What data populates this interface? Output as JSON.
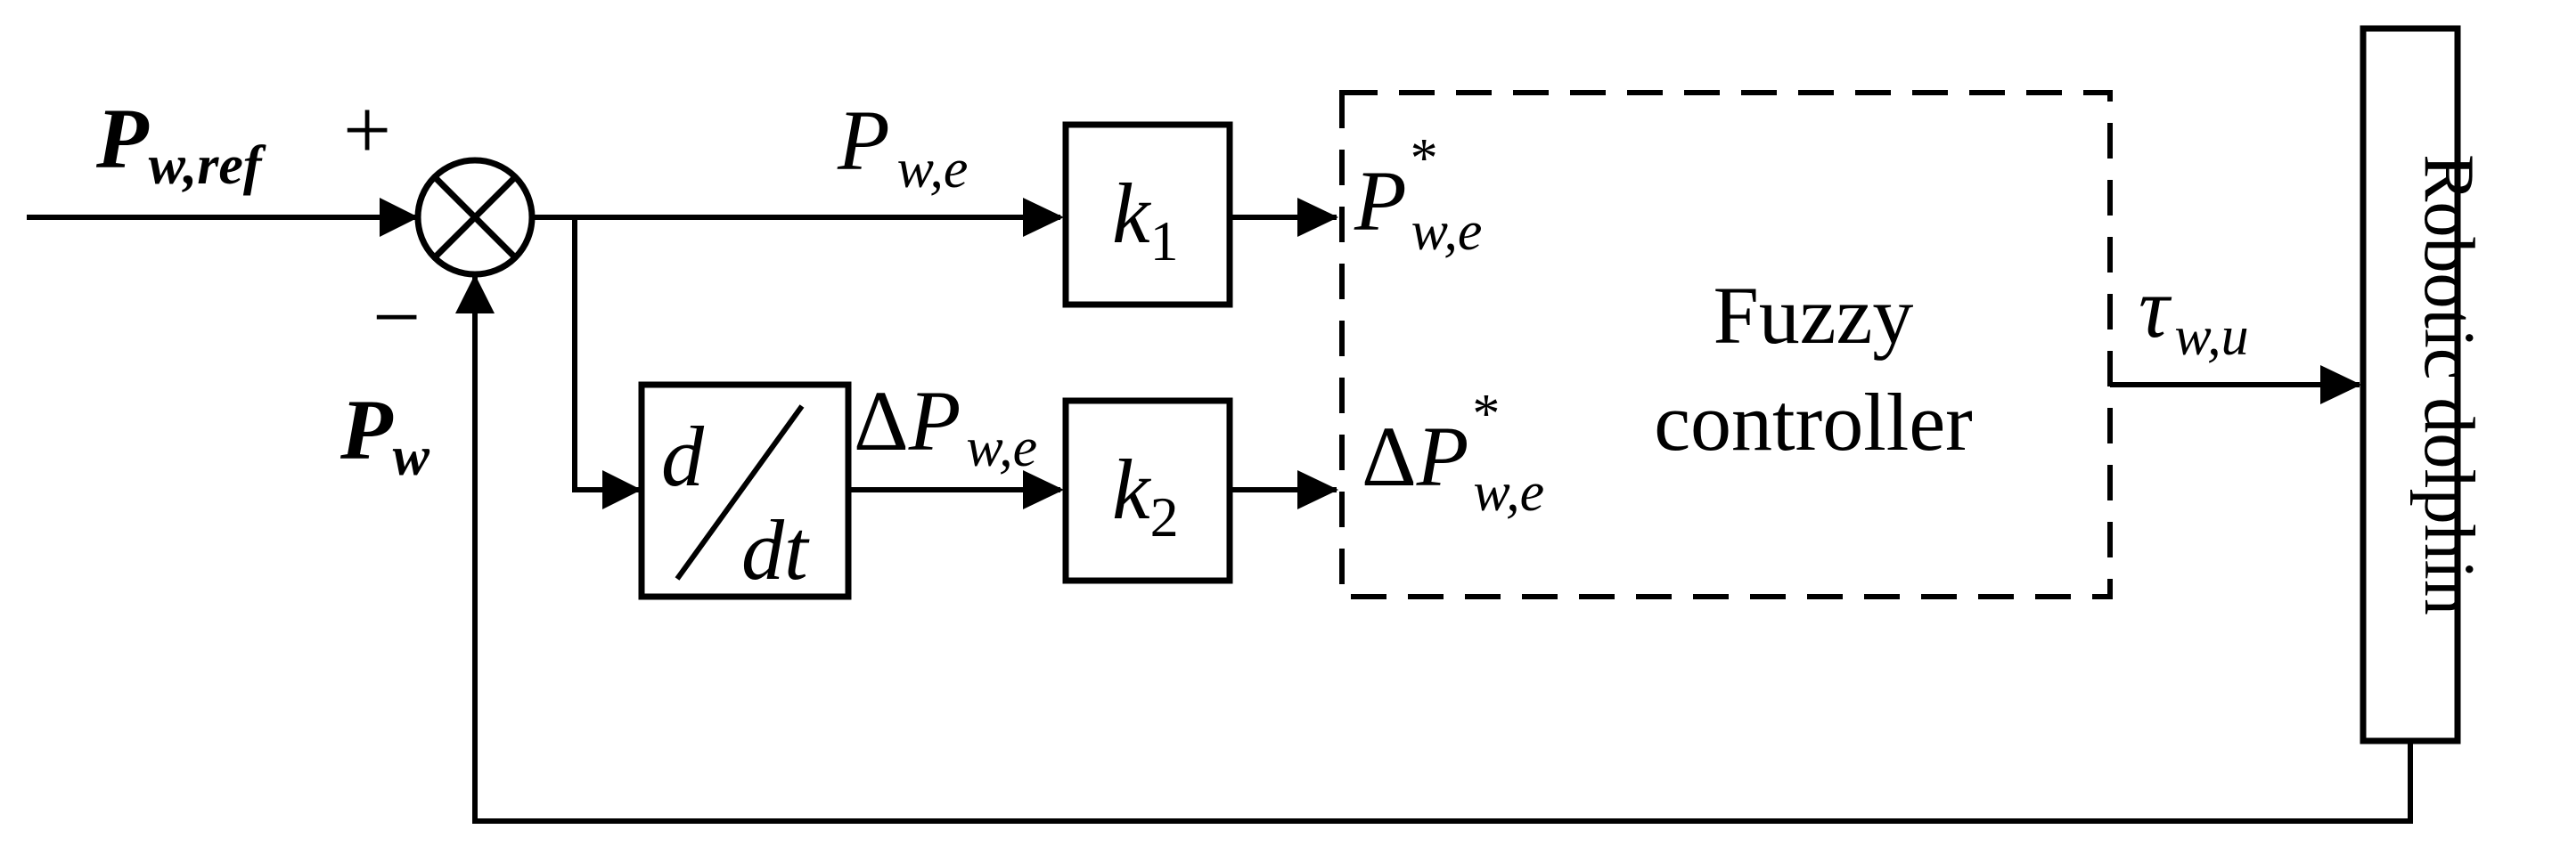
{
  "diagram": {
    "input_label": {
      "main": "P",
      "sub": "w,ref"
    },
    "plus_sign": "+",
    "minus_sign": "−",
    "feedback_label": {
      "main": "P",
      "sub": "w"
    },
    "error_label": {
      "main": "P",
      "sub": "w,e"
    },
    "delta_error_label": {
      "delta": "Δ",
      "main": "P",
      "sub": "w,e"
    },
    "derivative_block": {
      "numerator": "d",
      "denominator": "dt"
    },
    "gain1": {
      "main": "k",
      "sub": "1"
    },
    "gain2": {
      "main": "k",
      "sub": "2"
    },
    "scaled_error_label": {
      "main": "P",
      "sup": "*",
      "sub": "w,e"
    },
    "scaled_delta_label": {
      "delta": "Δ",
      "main": "P",
      "sup": "*",
      "sub": "w,e"
    },
    "fuzzy_controller": {
      "line1": "Fuzzy",
      "line2": "controller"
    },
    "control_output_label": {
      "main": "τ",
      "sub": "w,u"
    },
    "plant": "Robotic dolphin"
  }
}
